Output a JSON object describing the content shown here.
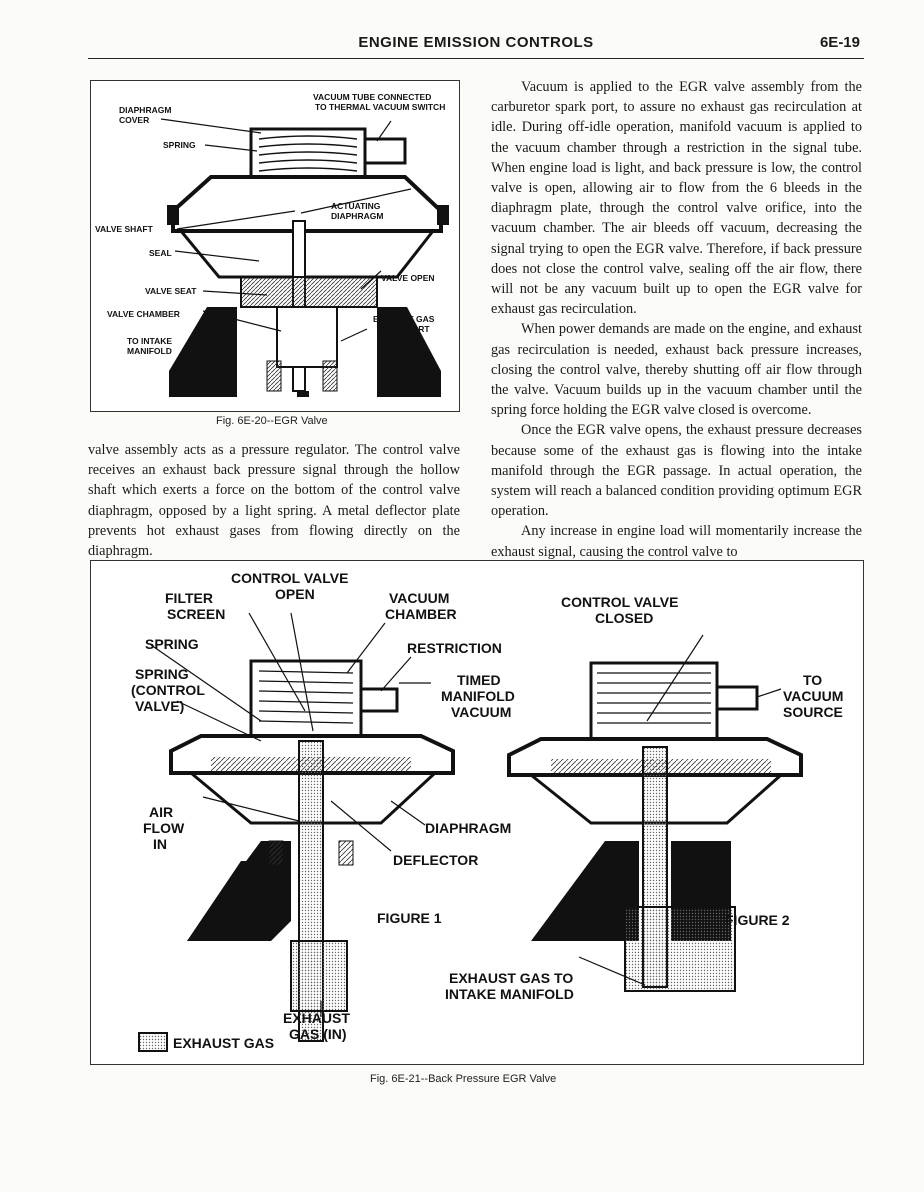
{
  "header": {
    "title": "ENGINE EMISSION CONTROLS",
    "page": "6E-19"
  },
  "fig20": {
    "caption": "Fig. 6E-20--EGR Valve",
    "labels": {
      "vacuum_tube": [
        "VACUUM TUBE CONNECTED",
        "TO THERMAL VACUUM SWITCH"
      ],
      "diaphragm_cover": [
        "DIAPHRAGM",
        "COVER"
      ],
      "spring": "SPRING",
      "actuating": [
        "ACTUATING",
        "DIAPHRAGM"
      ],
      "valve_shaft": "VALVE SHAFT",
      "seal": "SEAL",
      "valve_open": "VALVE OPEN",
      "valve_seat": "VALVE SEAT",
      "valve_chamber": "VALVE CHAMBER",
      "exhaust_inlet": [
        "EXHAUST GAS",
        "INLET PORT"
      ],
      "to_intake": [
        "TO INTAKE",
        "MANIFOLD"
      ]
    }
  },
  "left_text": "valve assembly acts as a pressure regulator. The control valve receives an exhaust back pressure signal through the hollow shaft which exerts a force on the bottom of the control valve diaphragm, opposed by a light spring. A metal deflector plate prevents hot exhaust gases from flowing directly on the diaphragm.",
  "right_text": {
    "p1": "Vacuum is applied to the EGR valve assembly from the carburetor spark port, to assure no exhaust gas recirculation at idle. During off-idle operation, manifold vacuum is applied to the vacuum chamber through a restriction in the signal tube. When engine load is light, and back pressure is low, the control valve is open, allowing air to flow from the 6 bleeds in the diaphragm plate, through the control valve orifice, into the vacuum chamber. The air bleeds off vacuum, decreasing the signal trying to open the EGR valve. Therefore, if back pressure does not close the control valve, sealing off the air flow, there will not be any vacuum built up to open the EGR valve for exhaust gas recirculation.",
    "p2": "When power demands are made on the engine, and exhaust gas recirculation is needed, exhaust back pressure increases, closing the control valve, thereby shutting off air flow through the valve. Vacuum builds up in the vacuum chamber until the spring force holding the EGR valve closed is overcome.",
    "p3": "Once the EGR valve opens, the exhaust pressure decreases because some of the exhaust gas is flowing into the intake manifold through the EGR passage. In actual operation, the system will reach a balanced condition providing optimum EGR operation.",
    "p4": "Any increase in engine load will momentarily increase the exhaust signal, causing the control valve to"
  },
  "fig21": {
    "caption": "Fig. 6E-21--Back Pressure EGR Valve",
    "labels": {
      "control_valve_open": [
        "CONTROL VALVE",
        "OPEN"
      ],
      "filter_screen": [
        "FILTER",
        "SCREEN"
      ],
      "vacuum_chamber": [
        "VACUUM",
        "CHAMBER"
      ],
      "spring": "SPRING",
      "restriction": "RESTRICTION",
      "spring_control": [
        "SPRING",
        "(CONTROL",
        "VALVE)"
      ],
      "timed_manifold": [
        "TIMED",
        "MANIFOLD",
        "VACUUM"
      ],
      "control_valve_closed": [
        "CONTROL VALVE",
        "CLOSED"
      ],
      "to_vacuum": [
        "TO",
        "VACUUM",
        "SOURCE"
      ],
      "air_flow": [
        "AIR",
        "FLOW",
        "IN"
      ],
      "diaphragm": "DIAPHRAGM",
      "deflector": "DEFLECTOR",
      "figure1": "FIGURE 1",
      "figure2": "FIGURE 2",
      "exhaust_to_intake": [
        "EXHAUST GAS TO",
        "INTAKE MANIFOLD"
      ],
      "exhaust_in": [
        "EXHAUST",
        "GAS (IN)"
      ],
      "legend": "EXHAUST GAS"
    }
  }
}
